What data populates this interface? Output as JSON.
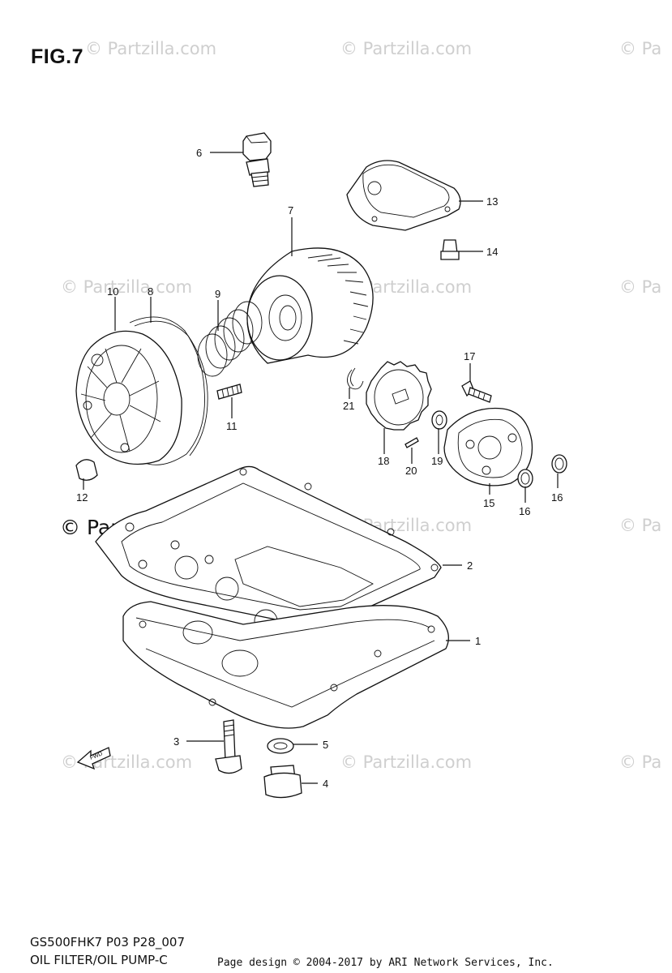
{
  "figure": {
    "title": "FIG.7",
    "model_code": "GS500FHK7 P03 P28_007",
    "section_name": "OIL FILTER/OIL PUMP-C"
  },
  "watermark": {
    "text": "© Partzilla.com",
    "short_text": "© Pa",
    "strong_text": "© Partzilla.com"
  },
  "footer": {
    "text": "Page design © 2004-2017 by ARI Network Services, Inc."
  },
  "fwd_label": "FWD",
  "callouts": [
    {
      "id": "c6",
      "label": "6"
    },
    {
      "id": "c7",
      "label": "7"
    },
    {
      "id": "c13",
      "label": "13"
    },
    {
      "id": "c14",
      "label": "14"
    },
    {
      "id": "c10",
      "label": "10"
    },
    {
      "id": "c8",
      "label": "8"
    },
    {
      "id": "c9",
      "label": "9"
    },
    {
      "id": "c11",
      "label": "11"
    },
    {
      "id": "c12",
      "label": "12"
    },
    {
      "id": "c17",
      "label": "17"
    },
    {
      "id": "c21",
      "label": "21"
    },
    {
      "id": "c18",
      "label": "18"
    },
    {
      "id": "c20",
      "label": "20"
    },
    {
      "id": "c19",
      "label": "19"
    },
    {
      "id": "c15",
      "label": "15"
    },
    {
      "id": "c16a",
      "label": "16"
    },
    {
      "id": "c16b",
      "label": "16"
    },
    {
      "id": "c2",
      "label": "2"
    },
    {
      "id": "c1",
      "label": "1"
    },
    {
      "id": "c3",
      "label": "3"
    },
    {
      "id": "c5",
      "label": "5"
    },
    {
      "id": "c4",
      "label": "4"
    }
  ]
}
